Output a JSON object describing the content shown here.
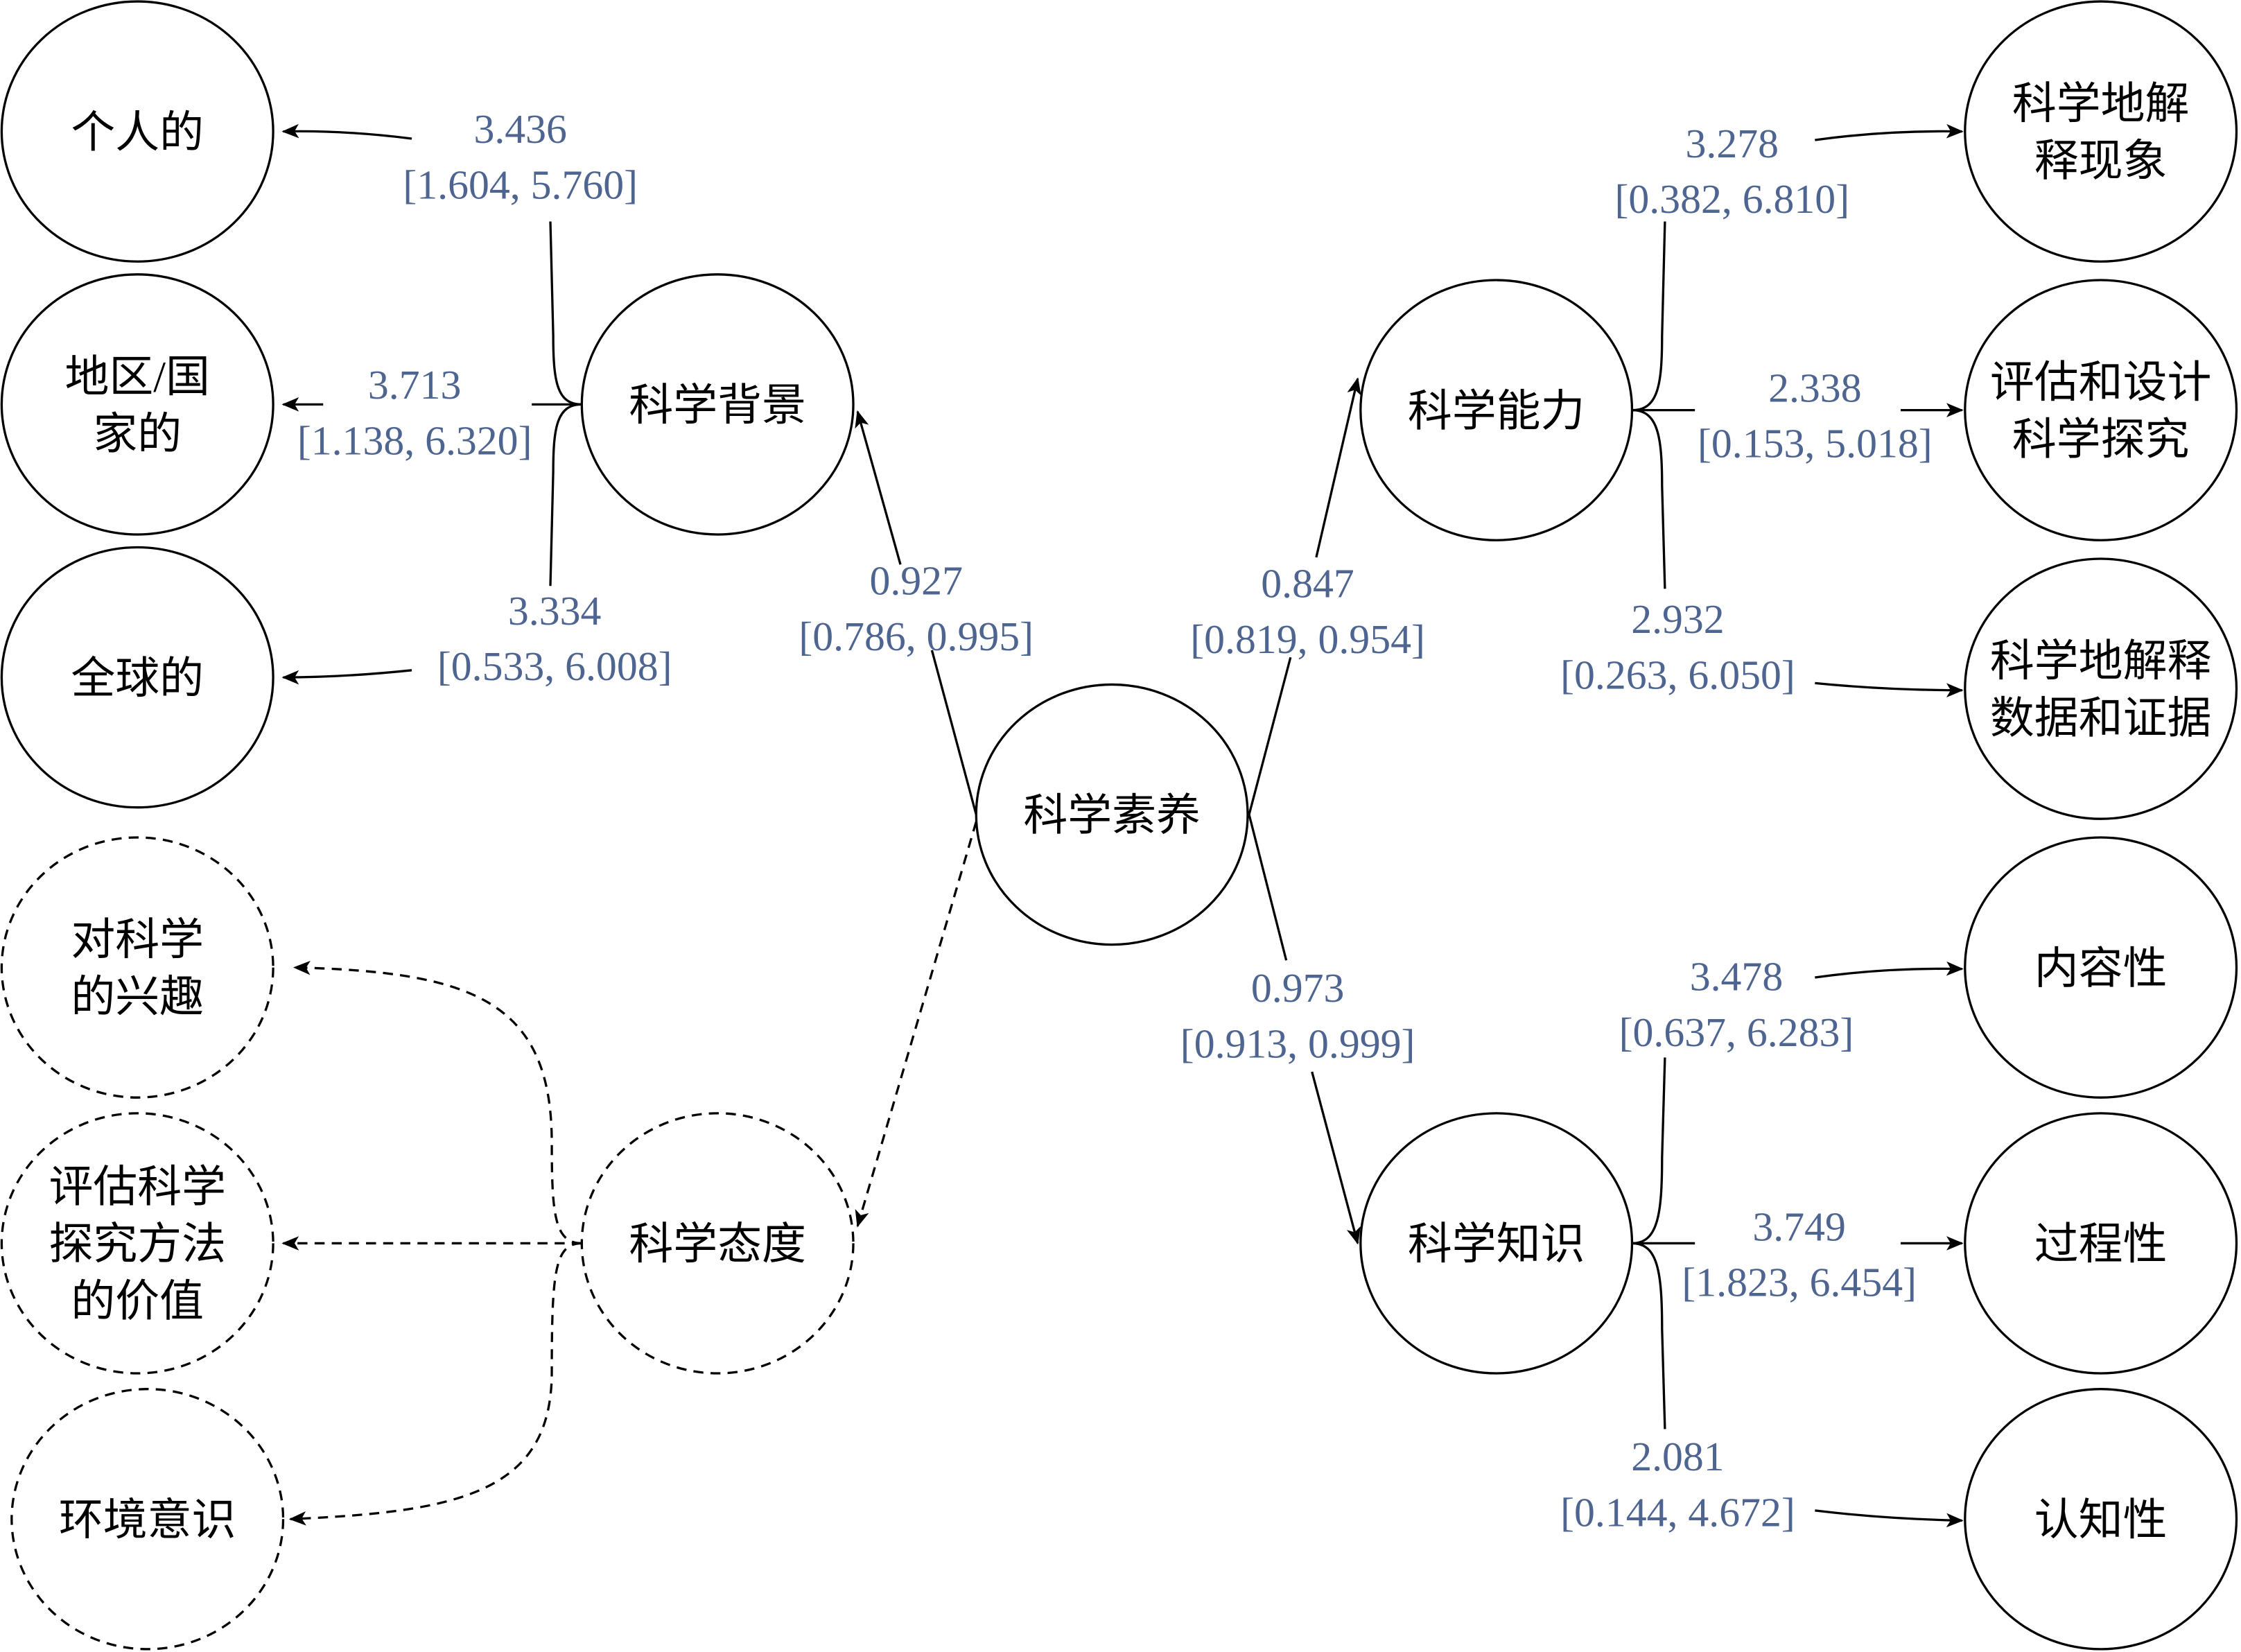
{
  "colors": {
    "label": "#4e6591",
    "line": "#000000"
  },
  "nodes": {
    "personal": [
      "个人的"
    ],
    "regional": [
      "地区/国",
      "家的"
    ],
    "global": [
      "全球的"
    ],
    "background": [
      "科学背景"
    ],
    "interest": [
      "对科学",
      "的兴趣"
    ],
    "valuing": [
      "评估科学",
      "探究方法",
      "的价值"
    ],
    "environment": [
      "环境意识"
    ],
    "attitude": [
      "科学态度"
    ],
    "literacy": [
      "科学素养"
    ],
    "competency": [
      "科学能力"
    ],
    "knowledge": [
      "科学知识"
    ],
    "explain": [
      "科学地解",
      "释现象"
    ],
    "design": [
      "评估和设计",
      "科学探究"
    ],
    "interpret": [
      "科学地解释",
      "数据和证据"
    ],
    "content": [
      "内容性"
    ],
    "procedural": [
      "过程性"
    ],
    "epistemic": [
      "认知性"
    ]
  },
  "edges": {
    "bg_personal": {
      "value": "3.436",
      "ci": "[1.604, 5.760]"
    },
    "bg_regional": {
      "value": "3.713",
      "ci": "[1.138, 6.320]"
    },
    "bg_global": {
      "value": "3.334",
      "ci": "[0.533, 6.008]"
    },
    "lit_bg": {
      "value": "0.927",
      "ci": "[0.786, 0.995]"
    },
    "lit_comp": {
      "value": "0.847",
      "ci": "[0.819, 0.954]"
    },
    "lit_know": {
      "value": "0.973",
      "ci": "[0.913, 0.999]"
    },
    "comp_explain": {
      "value": "3.278",
      "ci": "[0.382, 6.810]"
    },
    "comp_design": {
      "value": "2.338",
      "ci": "[0.153, 5.018]"
    },
    "comp_interpret": {
      "value": "2.932",
      "ci": "[0.263, 6.050]"
    },
    "know_content": {
      "value": "3.478",
      "ci": "[0.637, 6.283]"
    },
    "know_procedural": {
      "value": "3.749",
      "ci": "[1.823, 6.454]"
    },
    "know_epistemic": {
      "value": "2.081",
      "ci": "[0.144, 4.672]"
    }
  }
}
